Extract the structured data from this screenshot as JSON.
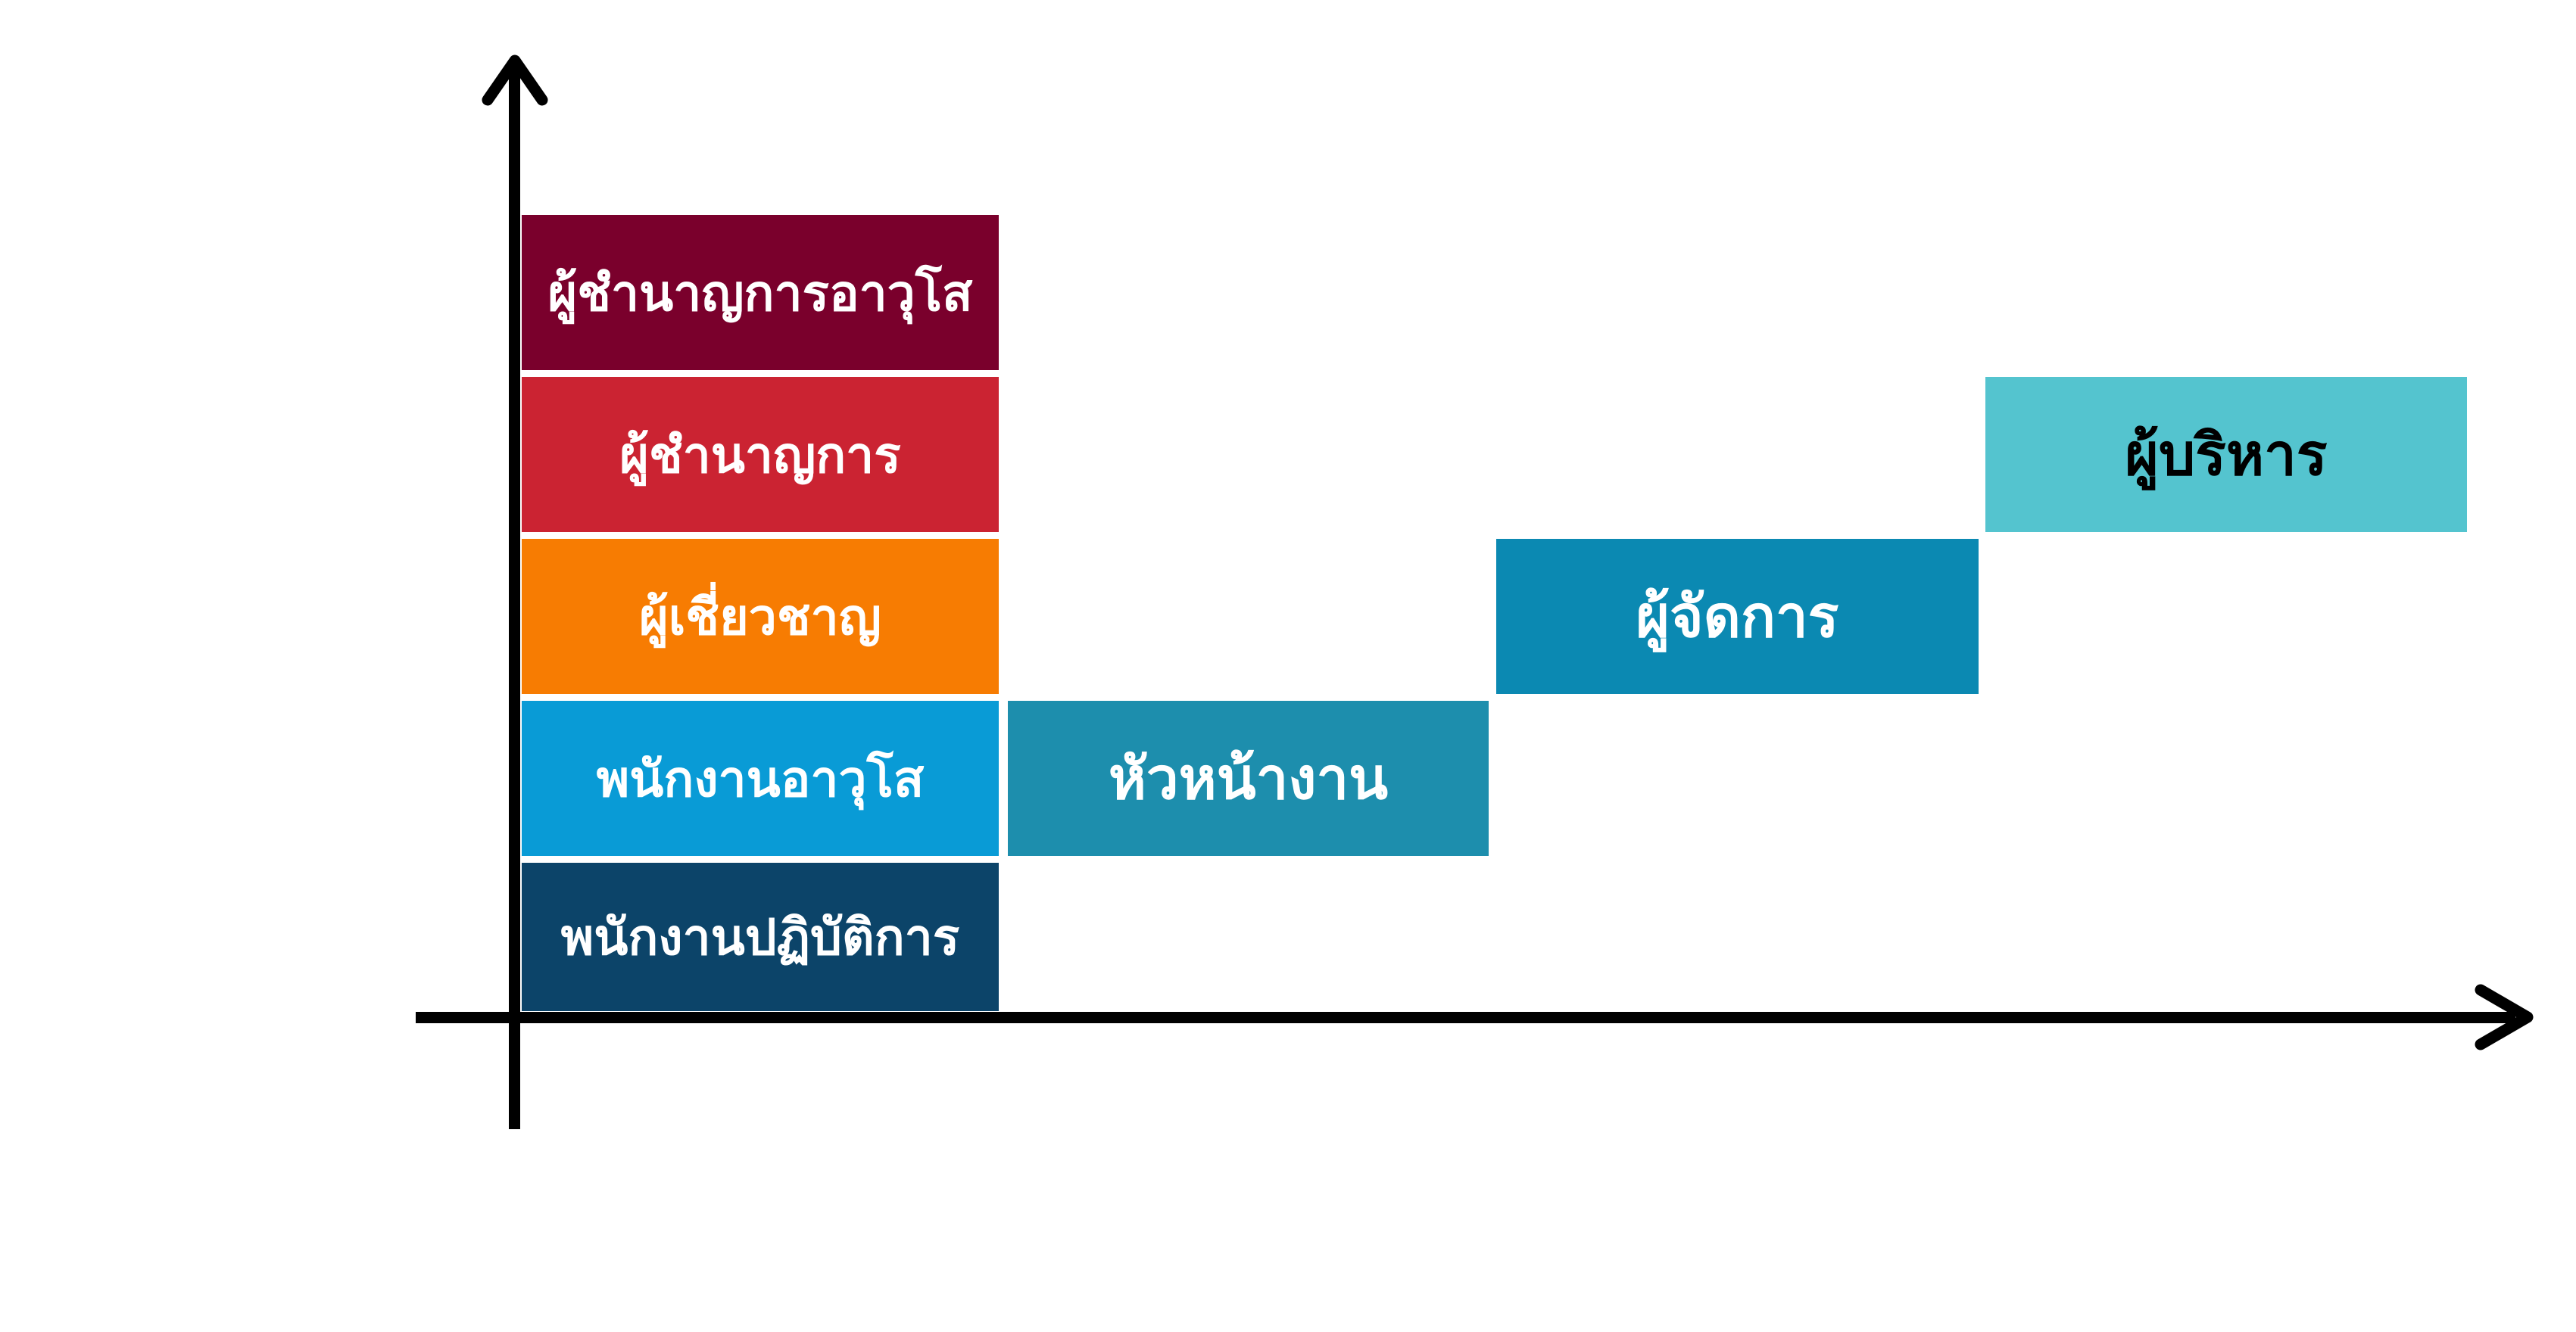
{
  "diagram": {
    "type": "career-path-levels",
    "axes": {
      "x_label": "",
      "y_label": "",
      "color": "#000000"
    },
    "specialist_track": [
      {
        "label": "ผู้ชำนาญการอาวุโส",
        "color": "#7a002c",
        "text_color": "#ffffff"
      },
      {
        "label": "ผู้ชำนาญการ",
        "color": "#cb2332",
        "text_color": "#ffffff"
      },
      {
        "label": "ผู้เชี่ยวชาญ",
        "color": "#f77c02",
        "text_color": "#ffffff"
      },
      {
        "label": "พนักงานอาวุโส",
        "color": "#099bd6",
        "text_color": "#ffffff"
      },
      {
        "label": "พนักงานปฏิบัติการ",
        "color": "#0c4469",
        "text_color": "#ffffff"
      }
    ],
    "management_track": [
      {
        "label": "หัวหน้างาน",
        "color": "#1d8ead",
        "text_color": "#ffffff"
      },
      {
        "label": "ผู้จัดการ",
        "color": "#0b89b2",
        "text_color": "#ffffff"
      },
      {
        "label": "ผู้บริหาร",
        "color": "#54c4cf",
        "text_color": "#000000"
      }
    ]
  }
}
